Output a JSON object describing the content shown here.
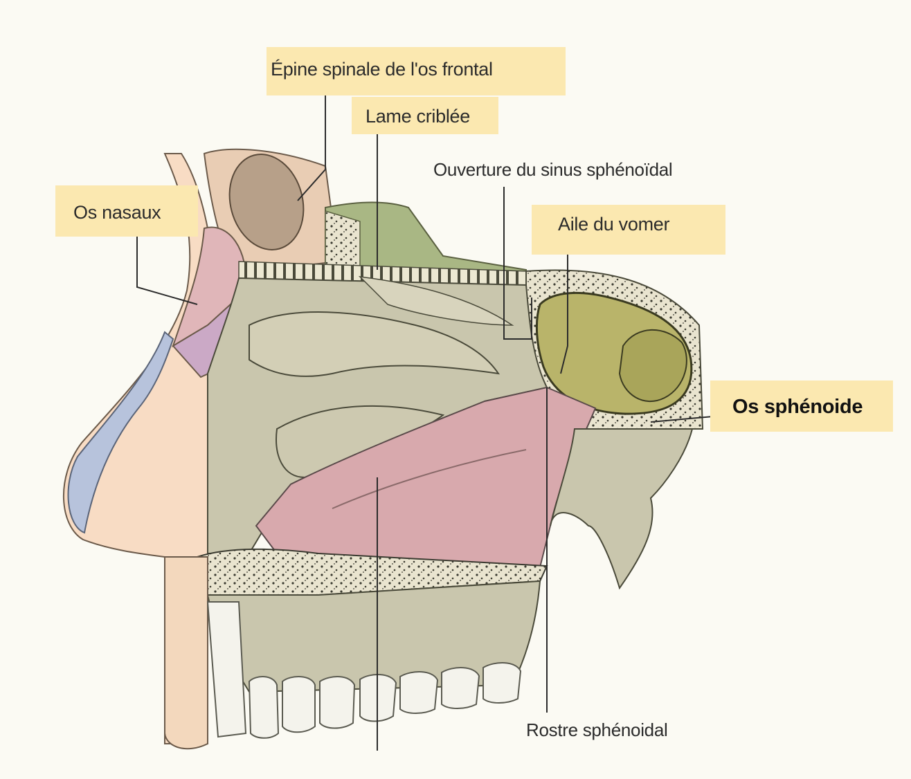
{
  "labels": {
    "epine": "Épine spinale de l'os frontal",
    "lame": "Lame criblée",
    "ouverture": "Ouverture du sinus sphénoïdal",
    "nasaux": "Os nasaux",
    "aile": "Aile du vomer",
    "sphenoide": "Os sphénoide",
    "rostre": "Rostre sphénoidal"
  },
  "colors": {
    "background": "#fbfaf3",
    "label_highlight": "#fbe8b0",
    "bone_gray": "#c9c6ad",
    "sinus_olive": "#b9b46a",
    "pink": "#d8a9ad",
    "skin": "#f8dcc4",
    "green": "#a9b784",
    "cartilage_blue": "#b7c3dc"
  }
}
